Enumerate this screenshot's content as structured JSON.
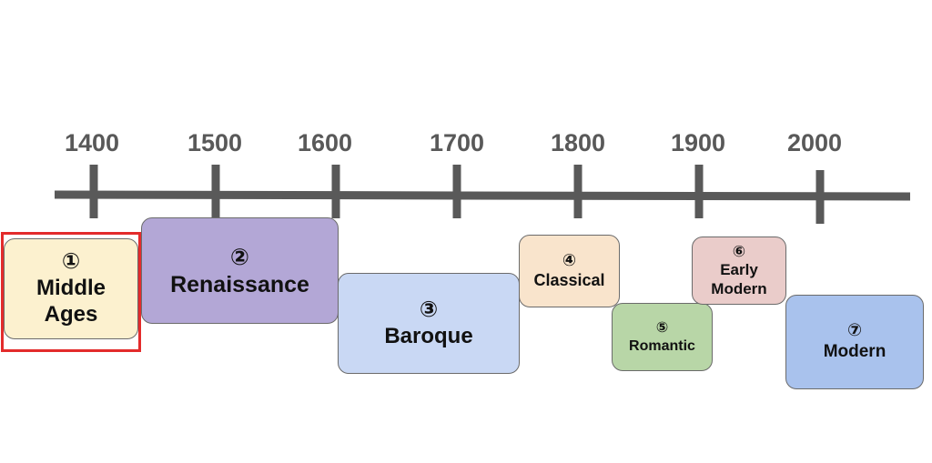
{
  "years": [
    "1400",
    "1500",
    "1600",
    "1700",
    "1800",
    "1900",
    "2000"
  ],
  "periods": [
    {
      "number": "①",
      "label": "Middle Ages",
      "color": "#fcf1cf"
    },
    {
      "number": "②",
      "label": "Renaissance",
      "color": "#b3a7d6"
    },
    {
      "number": "③",
      "label": "Baroque",
      "color": "#c9d8f4"
    },
    {
      "number": "④",
      "label": "Classical",
      "color": "#f9e4cc"
    },
    {
      "number": "⑤",
      "label": "Romantic",
      "color": "#b8d6a7"
    },
    {
      "number": "⑥",
      "label": "Early Modern",
      "color": "#eaccca"
    },
    {
      "number": "⑦",
      "label": "Modern",
      "color": "#a9c2ed"
    }
  ],
  "colors": {
    "timeline": "#595959",
    "box_border": "#6b6b6b",
    "highlight": "#e32b2b"
  },
  "selected_period": "Middle Ages"
}
